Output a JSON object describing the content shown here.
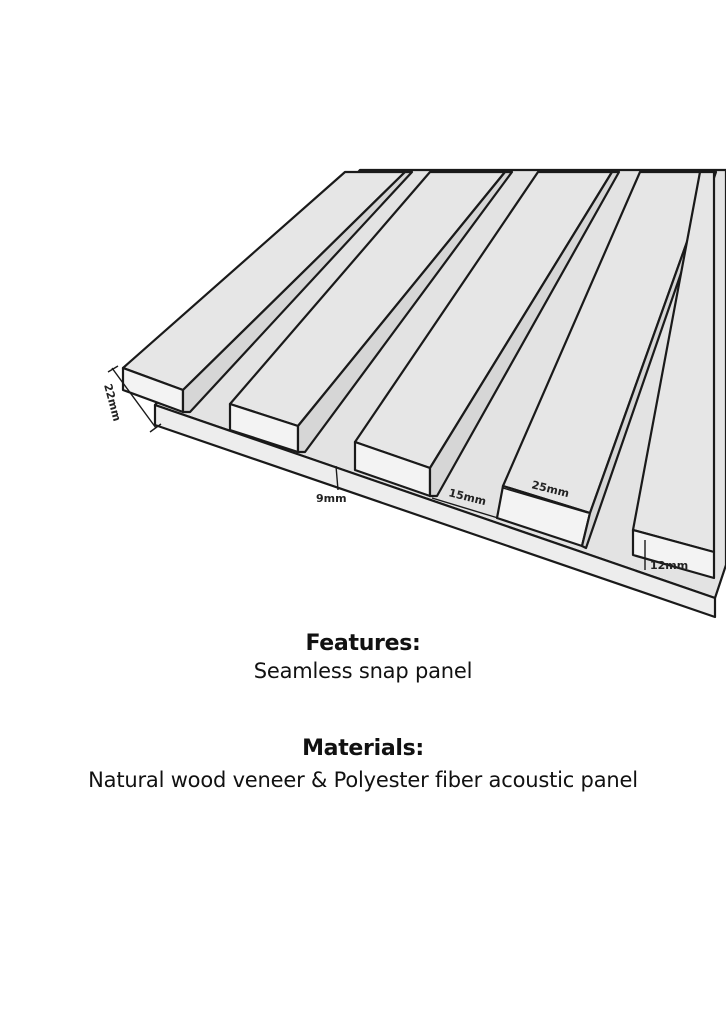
{
  "diagram": {
    "dimensions": {
      "total_thickness": "22mm",
      "gap_depth": "9mm",
      "gap_width": "15mm",
      "slat_width": "25mm",
      "base_thickness": "12mm"
    }
  },
  "features": {
    "heading": "Features:",
    "text": "Seamless snap panel"
  },
  "materials": {
    "heading": "Materials:",
    "text": "Natural wood veneer & Polyester fiber acoustic panel"
  }
}
